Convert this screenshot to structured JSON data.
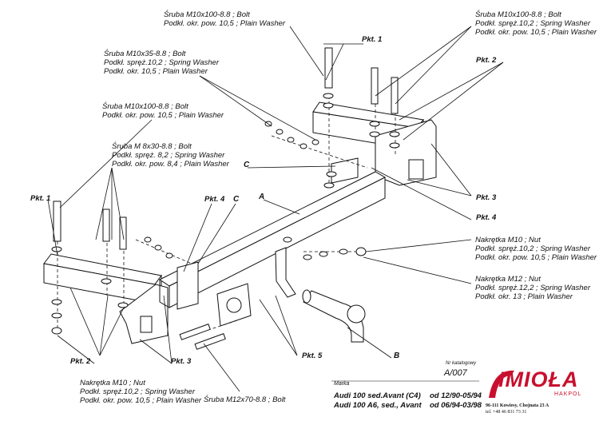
{
  "callouts": {
    "bolt_top_center": {
      "lines": [
        "Śruba M10x100-8.8 ;  Bolt",
        "Podkł. okr. pow. 10,5 ; Plain Washer"
      ]
    },
    "bolt_top_right": {
      "lines": [
        "Śruba M10x100-8.8 ;  Bolt",
        "Podkł. spręż.10,2 ; Spring Washer",
        "Podkł. okr. pow. 10,5 ; Plain Washer"
      ]
    },
    "bolt_m10x35": {
      "lines": [
        "Śruba M10x35-8.8 ;  Bolt",
        "Podkł. spręż.10,2 ; Spring Washer",
        "Podkł. okr. 10,5 ; Plain Washer"
      ]
    },
    "bolt_left": {
      "lines": [
        "Śruba M10x100-8.8 ;  Bolt",
        "Podkł. okr. pow. 10,5 ; Plain Washer"
      ]
    },
    "bolt_m8": {
      "lines": [
        "Śruba M 8x30-8.8 ;  Bolt",
        "Podkł. spręż. 8,2 ; Spring Washer",
        "Podkł. okr. pow. 8,4 ; Plain Washer"
      ]
    },
    "nut_m10_right": {
      "lines": [
        "Nakrętka  M10 ; Nut",
        "Podkł. spręż.10,2 ; Spring Washer",
        "Podkł. okr. pow. 10,5 ; Plain Washer"
      ]
    },
    "nut_m12_right": {
      "lines": [
        "Nakrętka  M12 ; Nut",
        "Podkł. spręż.12,2 ; Spring Washer",
        "Podkł. okr. 13 ; Plain Washer"
      ]
    },
    "nut_m10_bottom": {
      "lines": [
        "Nakrętka  M10 ; Nut",
        "Podkł. spręż.10,2 ; Spring Washer",
        "Podkł. okr. pow. 10,5 ; Plain Washer"
      ]
    },
    "bolt_m12": {
      "lines": [
        "Śruba M12x70-8.8 ;  Bolt"
      ]
    }
  },
  "points": {
    "pkt1_top": "Pkt. 1",
    "pkt2_top": "Pkt. 2",
    "pkt1_left": "Pkt. 1",
    "pkt4_center": "Pkt. 4",
    "pkt3_right": "Pkt. 3",
    "pkt4_right": "Pkt. 4",
    "pkt2_bottom": "Pkt. 2",
    "pkt3_bottom": "Pkt. 3",
    "pkt5": "Pkt. 5"
  },
  "letters": {
    "c_left": "C",
    "c_center": "C",
    "a": "A",
    "b": "B"
  },
  "title_block": {
    "catalog_label": "Nr katalogowy",
    "catalog_number": "A/007",
    "brand_label": "Marka",
    "models": [
      {
        "name": "Audi 100 sed.Avant (C4)",
        "years": "od 12/90-05/94"
      },
      {
        "name": "Audi 100 A6, sed., Avant",
        "years": "od 06/94-03/98"
      }
    ]
  },
  "logo": {
    "name": "IMIOŁA",
    "sub": "HAKPOL",
    "address": "96-111 Kowiesy, Chojnata 23 A",
    "phone": "tel. +48 46 831 73 31"
  },
  "colors": {
    "logo": "#c8102e",
    "ink": "#111111"
  }
}
